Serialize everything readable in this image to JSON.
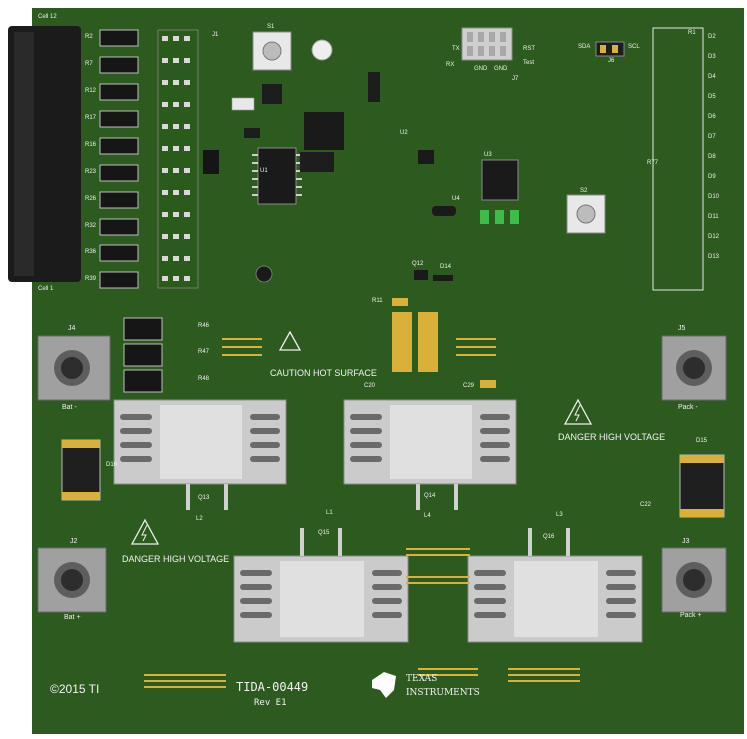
{
  "colors": {
    "board": "#2d5a1f",
    "silk": "#f0f0f0",
    "connector": "#c8c8c8",
    "pad_gold": "#d9b13a",
    "component_black": "#1c1c1c",
    "led_green": "#3cbd4a"
  },
  "labels": {
    "cell12": "Cell 12",
    "cell1": "Cell 1",
    "caution": "CAUTION HOT SURFACE",
    "danger1": "DANGER HIGH VOLTAGE",
    "danger2": "DANGER HIGH VOLTAGE",
    "j4": "J4",
    "bat_minus": "Bat -",
    "j5": "J5",
    "pack_minus": "Pack -",
    "j2": "J2",
    "bat_plus": "Bat +",
    "j3": "J3",
    "pack_plus": "Pack +",
    "copyright": "©2015 TI",
    "board_name": "TIDA-00449",
    "rev": "Rev E1",
    "ti_line1": "TEXAS",
    "ti_line2": "INSTRUMENTS",
    "sda": "SDA",
    "scl": "SCL",
    "rx": "RX",
    "tx": "TX",
    "gnd1": "GND",
    "gnd2": "GND",
    "rst": "RST",
    "test": "Test",
    "s1": "S1",
    "s2": "S2",
    "u1": "U1",
    "u2": "U2",
    "u3": "U3",
    "u4": "U4",
    "r77": "R77",
    "r11": "R11",
    "c20": "C20",
    "c29": "C29",
    "r46": "R46",
    "r47": "R47",
    "r48": "R48",
    "q13": "Q13",
    "q14": "Q14",
    "q15": "Q15",
    "q16": "Q16",
    "l1": "L1",
    "l2": "L2",
    "l3": "L3",
    "l4": "L4",
    "d14": "D14",
    "d15": "D15",
    "d16": "D16",
    "q12": "Q12",
    "c22": "C22",
    "r1": "R1",
    "j1": "J1",
    "j6": "J6",
    "j7": "J7"
  },
  "left_refs": [
    "R2",
    "R7",
    "R12",
    "R17",
    "R16",
    "R23",
    "R26",
    "R32",
    "R36",
    "R39"
  ],
  "right_refs": [
    "D2",
    "D3",
    "D4",
    "D5",
    "D6",
    "D7",
    "D8",
    "D9",
    "D10",
    "D11",
    "D12",
    "D13"
  ]
}
